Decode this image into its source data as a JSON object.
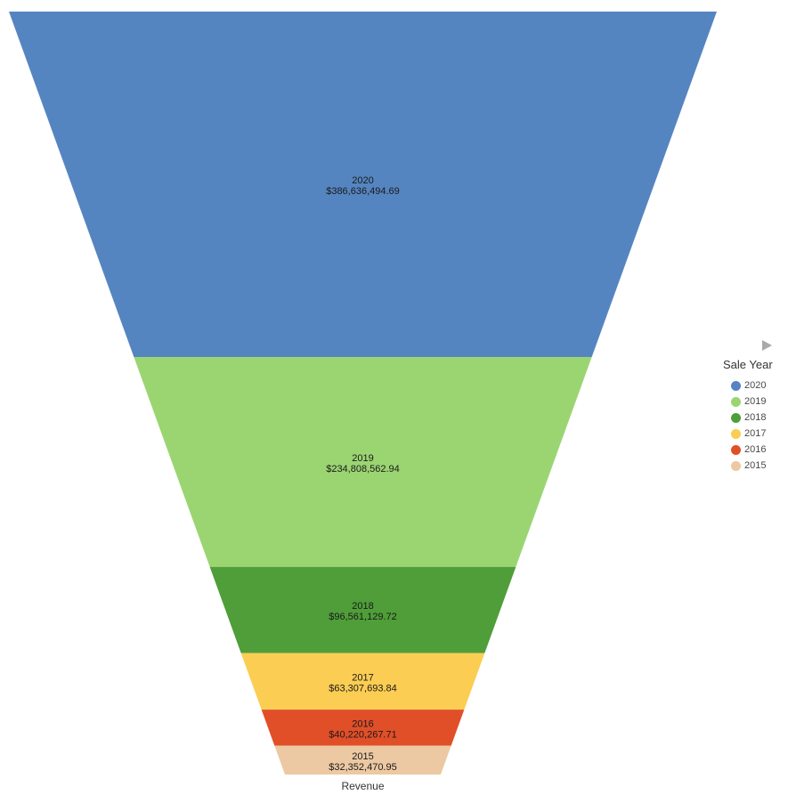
{
  "chart_data": {
    "type": "funnel",
    "title": "",
    "measure_label": "Revenue",
    "legend_title": "Sale Year",
    "legend_position": "right",
    "categories": [
      "2020",
      "2019",
      "2018",
      "2017",
      "2016",
      "2015"
    ],
    "values": [
      386636494.69,
      234808562.94,
      96561129.72,
      63307693.84,
      40220267.71,
      32352470.95
    ],
    "value_labels": [
      "$386,636,494.69",
      "$234,808,562.94",
      "$96,561,129.72",
      "$63,307,693.84",
      "$40,220,267.71",
      "$32,352,470.95"
    ],
    "colors": [
      "#5585c1",
      "#9bd572",
      "#4f9e39",
      "#fbcd53",
      "#e04f28",
      "#ecc9a2"
    ],
    "label_color": "#1a1a1a",
    "legend_expand_icon": "right-triangle-icon",
    "legend_expand_color": "#a9a9a9"
  }
}
